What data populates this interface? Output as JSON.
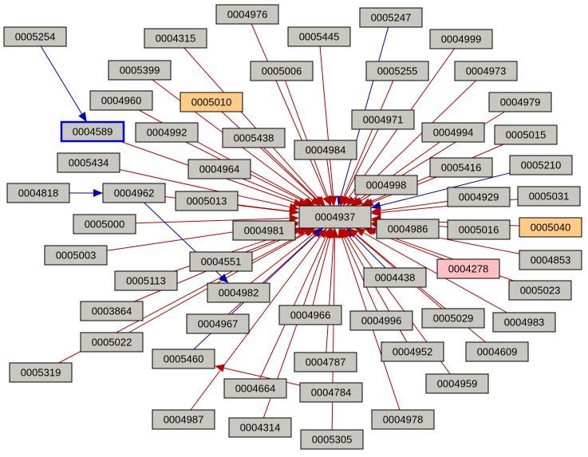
{
  "graph": {
    "center": "0004937",
    "colors": {
      "node_fill": "#c8c8c0",
      "highlight_orange": "#ffcc88",
      "highlight_pink": "#ffc0c0",
      "edge_red": "#bb0000",
      "edge_blue": "#0000bb",
      "selected_border": "#0000dd"
    },
    "nodes": [
      {
        "id": "0004937",
        "style": "normal"
      },
      {
        "id": "0004976",
        "style": "normal"
      },
      {
        "id": "0005247",
        "style": "normal"
      },
      {
        "id": "0005254",
        "style": "normal"
      },
      {
        "id": "0004315",
        "style": "normal"
      },
      {
        "id": "0005445",
        "style": "normal"
      },
      {
        "id": "0004999",
        "style": "normal"
      },
      {
        "id": "0005399",
        "style": "normal"
      },
      {
        "id": "0005006",
        "style": "normal"
      },
      {
        "id": "0005255",
        "style": "normal"
      },
      {
        "id": "0004973",
        "style": "normal"
      },
      {
        "id": "0004960",
        "style": "normal"
      },
      {
        "id": "0005010",
        "style": "orange"
      },
      {
        "id": "0004979",
        "style": "normal"
      },
      {
        "id": "0004589",
        "style": "selected"
      },
      {
        "id": "0004971",
        "style": "normal"
      },
      {
        "id": "0004992",
        "style": "normal"
      },
      {
        "id": "0005438",
        "style": "normal"
      },
      {
        "id": "0004994",
        "style": "normal"
      },
      {
        "id": "0005015",
        "style": "normal"
      },
      {
        "id": "0004984",
        "style": "normal"
      },
      {
        "id": "0005434",
        "style": "normal"
      },
      {
        "id": "0004964",
        "style": "normal"
      },
      {
        "id": "0005416",
        "style": "normal"
      },
      {
        "id": "0005210",
        "style": "normal"
      },
      {
        "id": "0004998",
        "style": "normal"
      },
      {
        "id": "0004818",
        "style": "normal"
      },
      {
        "id": "0004962",
        "style": "normal"
      },
      {
        "id": "0005013",
        "style": "normal"
      },
      {
        "id": "0004929",
        "style": "normal"
      },
      {
        "id": "0005031",
        "style": "normal"
      },
      {
        "id": "0005000",
        "style": "normal"
      },
      {
        "id": "0004981",
        "style": "normal"
      },
      {
        "id": "0004986",
        "style": "normal"
      },
      {
        "id": "0005016",
        "style": "normal"
      },
      {
        "id": "0005040",
        "style": "orange"
      },
      {
        "id": "0005003",
        "style": "normal"
      },
      {
        "id": "0004551",
        "style": "normal"
      },
      {
        "id": "0004853",
        "style": "normal"
      },
      {
        "id": "0004278",
        "style": "pink"
      },
      {
        "id": "0005113",
        "style": "normal"
      },
      {
        "id": "0004438",
        "style": "normal"
      },
      {
        "id": "0004982",
        "style": "normal"
      },
      {
        "id": "0005023",
        "style": "normal"
      },
      {
        "id": "0003864",
        "style": "normal"
      },
      {
        "id": "0004966",
        "style": "normal"
      },
      {
        "id": "0004967",
        "style": "normal"
      },
      {
        "id": "0004996",
        "style": "normal"
      },
      {
        "id": "0005029",
        "style": "normal"
      },
      {
        "id": "0004983",
        "style": "normal"
      },
      {
        "id": "0005022",
        "style": "normal"
      },
      {
        "id": "0004952",
        "style": "normal"
      },
      {
        "id": "0004609",
        "style": "normal"
      },
      {
        "id": "0005460",
        "style": "normal"
      },
      {
        "id": "0004787",
        "style": "normal"
      },
      {
        "id": "0005319",
        "style": "normal"
      },
      {
        "id": "0004959",
        "style": "normal"
      },
      {
        "id": "0004664",
        "style": "normal"
      },
      {
        "id": "0004784",
        "style": "normal"
      },
      {
        "id": "0004987",
        "style": "normal"
      },
      {
        "id": "0004978",
        "style": "normal"
      },
      {
        "id": "0004314",
        "style": "normal"
      },
      {
        "id": "0005305",
        "style": "normal"
      }
    ],
    "edges": [
      {
        "from": "0004976",
        "to": "0004937",
        "color": "red"
      },
      {
        "from": "0005247",
        "to": "0004937",
        "color": "blue"
      },
      {
        "from": "0005254",
        "to": "0004589",
        "color": "blue"
      },
      {
        "from": "0004315",
        "to": "0004937",
        "color": "red"
      },
      {
        "from": "0005445",
        "to": "0004937",
        "color": "red"
      },
      {
        "from": "0004999",
        "to": "0004937",
        "color": "red"
      },
      {
        "from": "0005399",
        "to": "0004937",
        "color": "red"
      },
      {
        "from": "0005006",
        "to": "0004937",
        "color": "red"
      },
      {
        "from": "0005255",
        "to": "0004937",
        "color": "red"
      },
      {
        "from": "0004973",
        "to": "0004937",
        "color": "red"
      },
      {
        "from": "0004960",
        "to": "0004937",
        "color": "red"
      },
      {
        "from": "0005010",
        "to": "0004937",
        "color": "red"
      },
      {
        "from": "0004979",
        "to": "0004937",
        "color": "red"
      },
      {
        "from": "0004589",
        "to": "0004937",
        "color": "red"
      },
      {
        "from": "0004971",
        "to": "0004937",
        "color": "red"
      },
      {
        "from": "0004992",
        "to": "0004937",
        "color": "red"
      },
      {
        "from": "0005438",
        "to": "0004937",
        "color": "red"
      },
      {
        "from": "0004994",
        "to": "0004937",
        "color": "red"
      },
      {
        "from": "0005015",
        "to": "0004937",
        "color": "red"
      },
      {
        "from": "0004984",
        "to": "0004937",
        "color": "red"
      },
      {
        "from": "0005434",
        "to": "0004937",
        "color": "red"
      },
      {
        "from": "0004964",
        "to": "0004937",
        "color": "red"
      },
      {
        "from": "0005416",
        "to": "0004937",
        "color": "red"
      },
      {
        "from": "0005210",
        "to": "0004937",
        "color": "blue"
      },
      {
        "from": "0004998",
        "to": "0004937",
        "color": "red"
      },
      {
        "from": "0004818",
        "to": "0004962",
        "color": "blue"
      },
      {
        "from": "0004962",
        "to": "0004937",
        "color": "red"
      },
      {
        "from": "0004962",
        "to": "0004982",
        "color": "blue"
      },
      {
        "from": "0005013",
        "to": "0004937",
        "color": "red"
      },
      {
        "from": "0004929",
        "to": "0004937",
        "color": "red"
      },
      {
        "from": "0005031",
        "to": "0004937",
        "color": "red"
      },
      {
        "from": "0005000",
        "to": "0004937",
        "color": "red"
      },
      {
        "from": "0004981",
        "to": "0004937",
        "color": "red"
      },
      {
        "from": "0004986",
        "to": "0004937",
        "color": "red"
      },
      {
        "from": "0005016",
        "to": "0004937",
        "color": "red"
      },
      {
        "from": "0005040",
        "to": "0004937",
        "color": "red"
      },
      {
        "from": "0005003",
        "to": "0004937",
        "color": "red"
      },
      {
        "from": "0004551",
        "to": "0004937",
        "color": "red"
      },
      {
        "from": "0004853",
        "to": "0004937",
        "color": "red"
      },
      {
        "from": "0004278",
        "to": "0004937",
        "color": "red"
      },
      {
        "from": "0005113",
        "to": "0004937",
        "color": "red"
      },
      {
        "from": "0004438",
        "to": "0004937",
        "color": "blue"
      },
      {
        "from": "0004982",
        "to": "0004937",
        "color": "red"
      },
      {
        "from": "0005023",
        "to": "0004937",
        "color": "red"
      },
      {
        "from": "0003864",
        "to": "0004937",
        "color": "red"
      },
      {
        "from": "0004966",
        "to": "0004937",
        "color": "red"
      },
      {
        "from": "0004967",
        "to": "0004937",
        "color": "red"
      },
      {
        "from": "0004996",
        "to": "0004937",
        "color": "red"
      },
      {
        "from": "0005029",
        "to": "0004937",
        "color": "red"
      },
      {
        "from": "0004983",
        "to": "0004937",
        "color": "red"
      },
      {
        "from": "0005022",
        "to": "0004937",
        "color": "red"
      },
      {
        "from": "0004952",
        "to": "0004937",
        "color": "red"
      },
      {
        "from": "0004609",
        "to": "0004937",
        "color": "red"
      },
      {
        "from": "0005460",
        "to": "0004937",
        "color": "blue"
      },
      {
        "from": "0004787",
        "to": "0004937",
        "color": "red"
      },
      {
        "from": "0005319",
        "to": "0004937",
        "color": "red"
      },
      {
        "from": "0004959",
        "to": "0004937",
        "color": "red"
      },
      {
        "from": "0004664",
        "to": "0004937",
        "color": "red"
      },
      {
        "from": "0004784",
        "to": "0005460",
        "color": "red"
      },
      {
        "from": "0004987",
        "to": "0004937",
        "color": "red"
      },
      {
        "from": "0004978",
        "to": "0004937",
        "color": "red"
      },
      {
        "from": "0004314",
        "to": "0004937",
        "color": "red"
      },
      {
        "from": "0005305",
        "to": "0004937",
        "color": "red"
      }
    ]
  }
}
